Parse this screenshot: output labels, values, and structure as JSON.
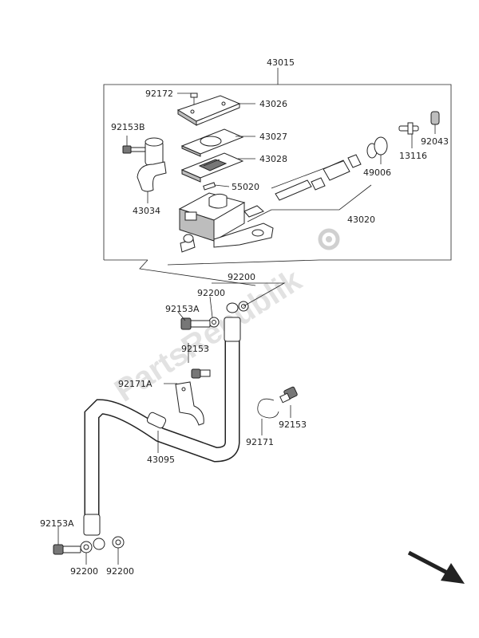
{
  "watermark": "PartsRepublik",
  "labels": {
    "assembly": "43015",
    "screw_cap": "92172",
    "cap": "43026",
    "plate": "43027",
    "diaphragm": "43028",
    "bolt_clamp": "92153B",
    "clamp": "43034",
    "reservoir_pin": "55020",
    "piston_kit": "43020",
    "circlip": "49006",
    "fitting": "13116",
    "fitting_cap": "92043",
    "washer_top": "92200",
    "washer_mid": "92200",
    "banjo_bolt_top": "92153A",
    "bolt_mid": "92153",
    "clip_a": "92171A",
    "bolt_right": "92153",
    "clip": "92171",
    "hose": "43095",
    "banjo_bolt_bottom": "92153A",
    "washer_bottom_left": "92200",
    "washer_bottom_right": "92200"
  },
  "colors": {
    "line": "#222222",
    "watermark": "#d4d4d4",
    "shade": "#bdbdbd"
  },
  "icons": {
    "orientation_arrow": "direction-arrow-icon",
    "watermark_gear": "gear-icon"
  }
}
